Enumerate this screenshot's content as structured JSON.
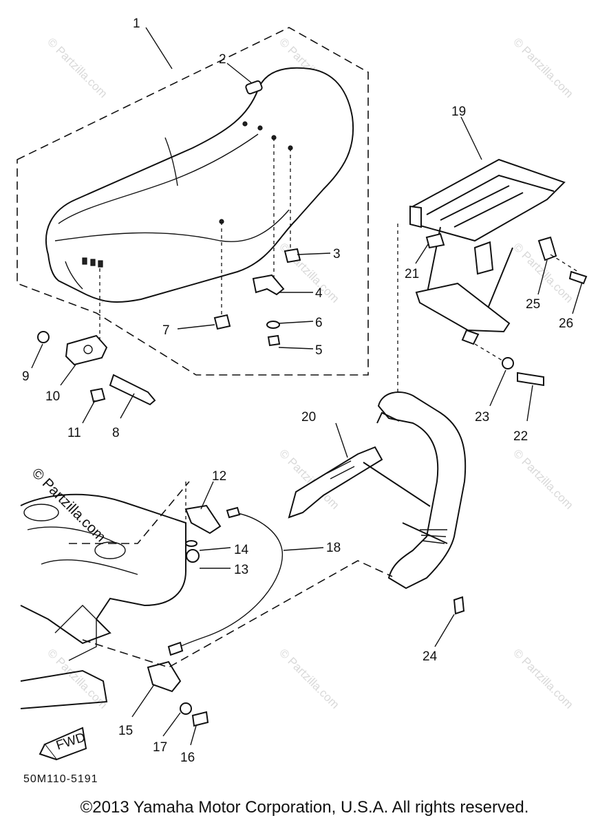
{
  "diagram": {
    "code": "50M110-5191",
    "copyright": "©2013  Yamaha Motor Corporation, U.S.A. All rights reserved.",
    "fwd_label": "FWD",
    "watermark": "© Partzilla.com",
    "watermark_faint": "© Partzilla.com",
    "callouts": [
      "1",
      "2",
      "3",
      "4",
      "5",
      "6",
      "7",
      "8",
      "9",
      "10",
      "11",
      "12",
      "13",
      "14",
      "15",
      "16",
      "17",
      "18",
      "19",
      "20",
      "21",
      "22",
      "23",
      "24",
      "25",
      "26"
    ]
  }
}
